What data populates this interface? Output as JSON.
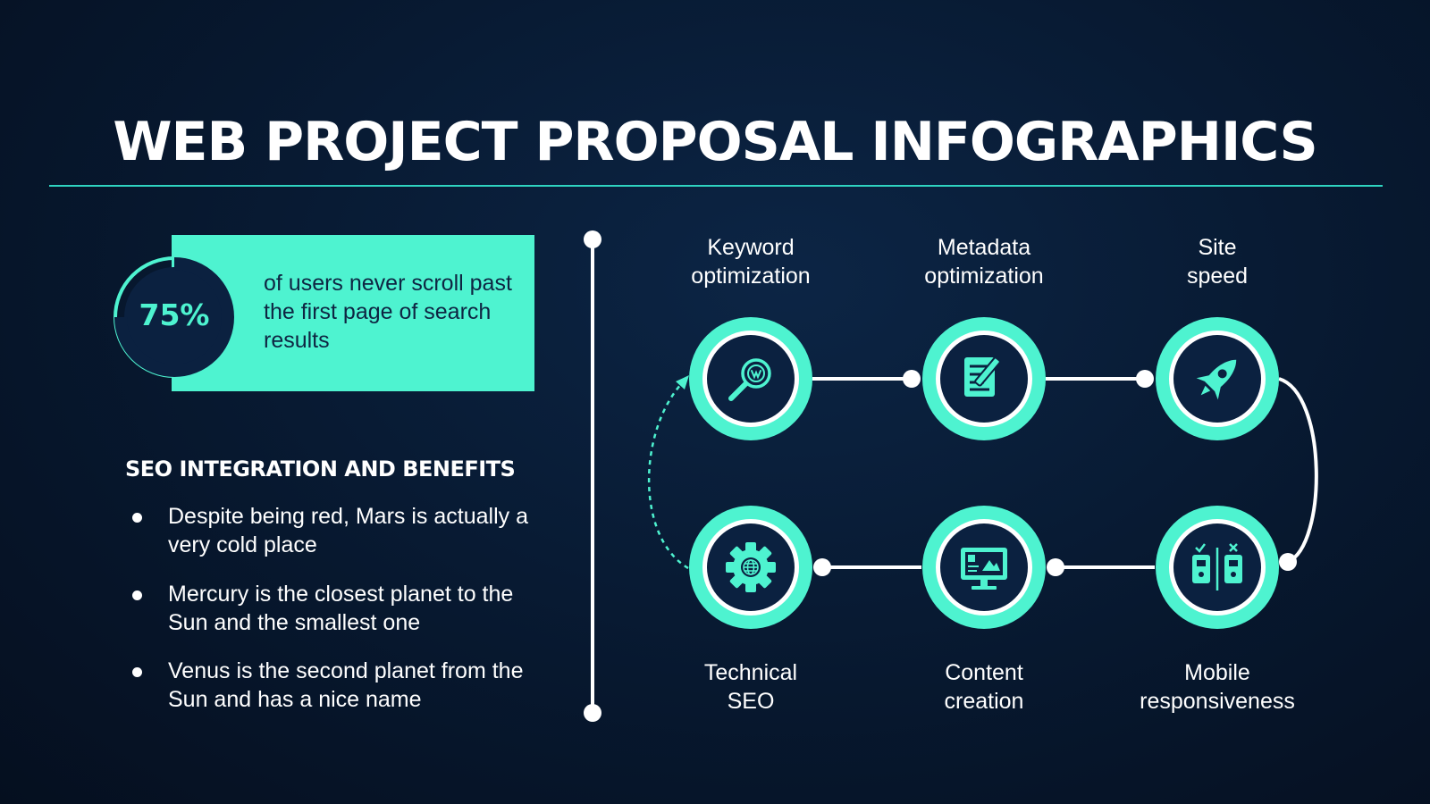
{
  "title": "WEB PROJECT PROPOSAL INFOGRAPHICS",
  "stat": {
    "value": "75%",
    "fraction": 0.75,
    "text": "of users never scroll past the first page of search results"
  },
  "seo": {
    "heading": "SEO INTEGRATION AND BENEFITS",
    "bullets": [
      "Despite being red, Mars is actually a very cold place",
      "Mercury is the closest planet to the Sun and the smallest one",
      "Venus is the second planet from the Sun and has a nice name"
    ]
  },
  "steps": [
    {
      "label": "Keyword optimization",
      "icon": "keyword-search-icon"
    },
    {
      "label": "Metadata optimization",
      "icon": "document-edit-icon"
    },
    {
      "label": "Site speed",
      "icon": "rocket-icon"
    },
    {
      "label": "Mobile responsiveness",
      "icon": "mobile-devices-icon"
    },
    {
      "label": "Content creation",
      "icon": "monitor-content-icon"
    },
    {
      "label": "Technical SEO",
      "icon": "gear-globe-icon"
    }
  ],
  "colors": {
    "accent": "#4ef3d0",
    "background": "#07182f",
    "dark_text": "#0e2542",
    "white": "#ffffff"
  }
}
